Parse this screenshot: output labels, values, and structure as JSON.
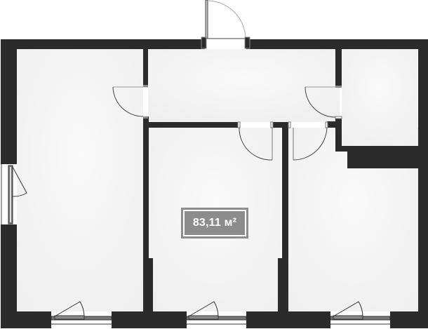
{
  "plan": {
    "total_area_label": "83,11 м²",
    "colors": {
      "wall": "#2b2b2b",
      "floor": "#f2f2f2",
      "background": "#ffffff",
      "badge": "#8c8c8c",
      "badge_text": "#ffffff",
      "door_line": "#555555"
    },
    "rooms": [
      {
        "id": "room-left",
        "label": ""
      },
      {
        "id": "hallway",
        "label": ""
      },
      {
        "id": "room-center",
        "label": ""
      },
      {
        "id": "room-right",
        "label": ""
      },
      {
        "id": "bathroom",
        "label": ""
      }
    ],
    "doors": [
      {
        "id": "entrance-door"
      },
      {
        "id": "left-room-door"
      },
      {
        "id": "center-room-door"
      },
      {
        "id": "right-room-door"
      },
      {
        "id": "bathroom-door"
      }
    ],
    "windows": [
      {
        "id": "window-left-wall"
      },
      {
        "id": "window-bottom-left"
      },
      {
        "id": "window-bottom-center"
      },
      {
        "id": "window-bottom-right"
      }
    ]
  }
}
